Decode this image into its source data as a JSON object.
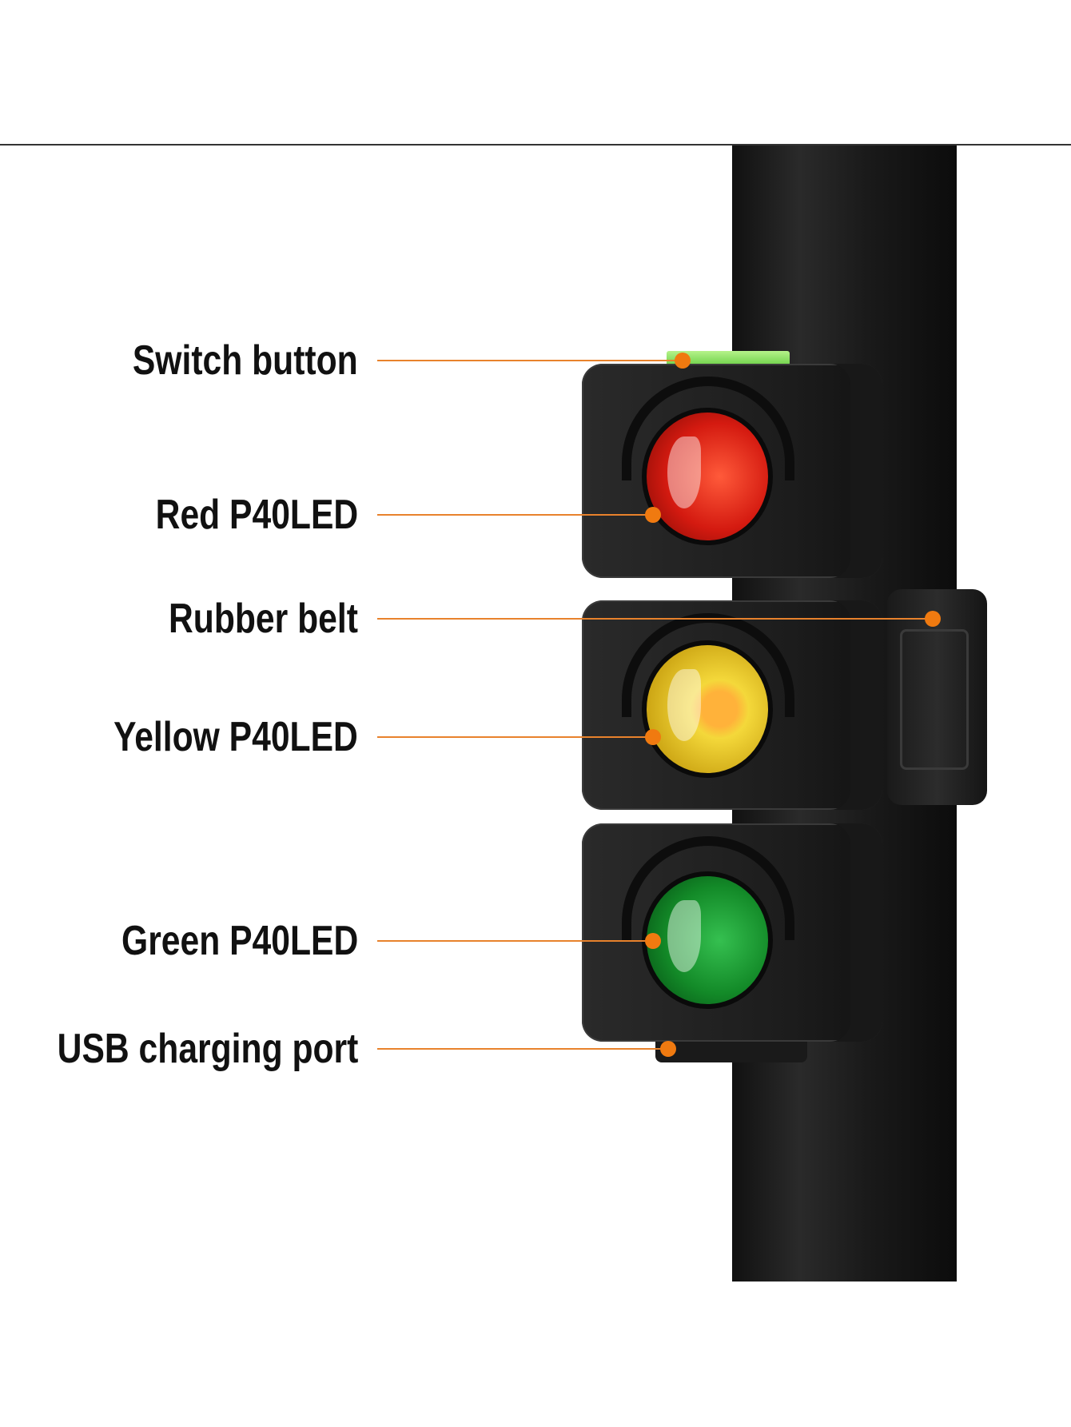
{
  "labels": {
    "switch_button": "Switch button",
    "red_led": "Red P40LED",
    "rubber_belt": "Rubber belt",
    "yellow_led": "Yellow P40LED",
    "green_led": "Green P40LED",
    "usb_port": "USB charging port"
  },
  "colors": {
    "leader": "#e8822c",
    "dot": "#f07a10",
    "red": "#e0261a",
    "yellow": "#f2d030",
    "green": "#1a9a2e"
  }
}
